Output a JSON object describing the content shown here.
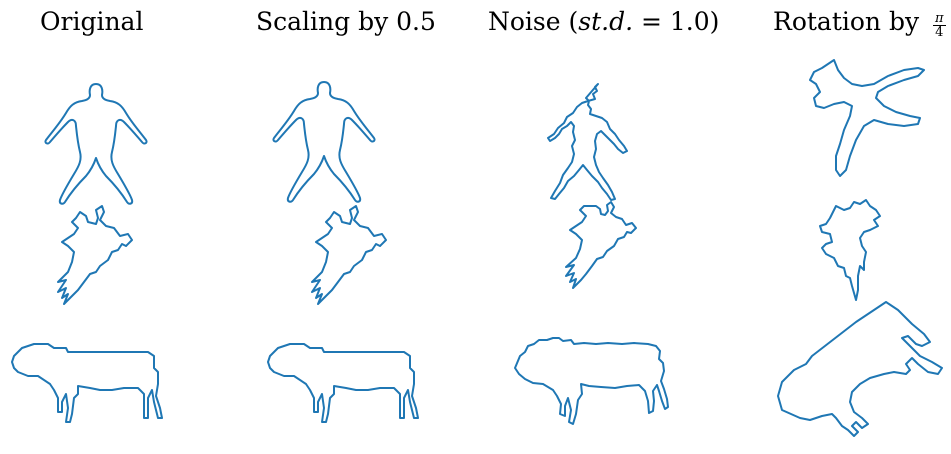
{
  "columns": [
    {
      "title": "Original"
    },
    {
      "title": "Scaling by 0.5"
    },
    {
      "title_prefix": "Noise (",
      "title_math": "st.d.",
      "title_suffix": " = 1.0)"
    },
    {
      "title_prefix": "Rotation by ",
      "frac_num": "π",
      "frac_den": "4"
    }
  ],
  "rows": [
    "human",
    "plane",
    "calf"
  ],
  "colors": {
    "outline": "#1f77b4"
  }
}
